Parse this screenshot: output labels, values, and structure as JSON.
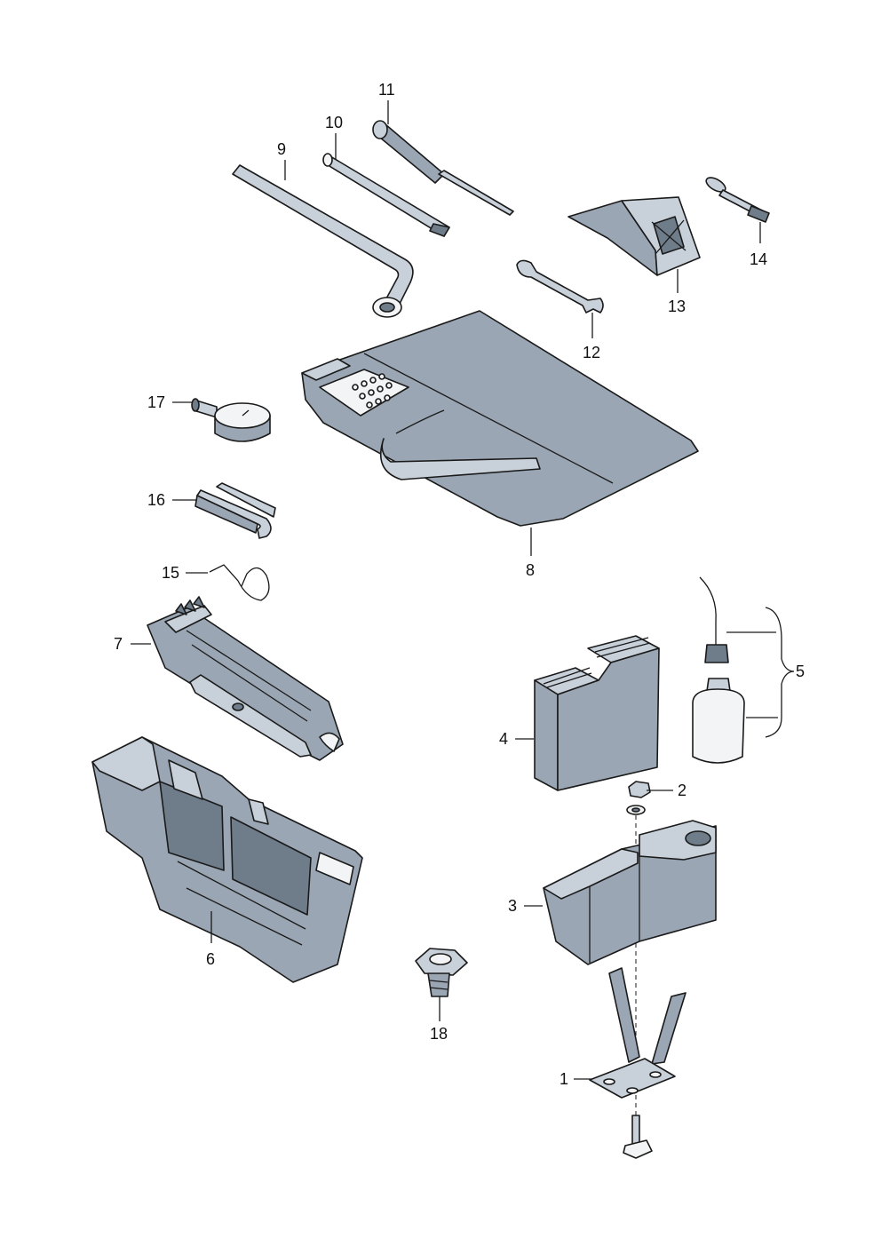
{
  "callouts": {
    "n1": "1",
    "n2": "2",
    "n3": "3",
    "n4": "4",
    "n5": "5",
    "n6": "6",
    "n7": "7",
    "n8": "8",
    "n9": "9",
    "n10": "10",
    "n11": "11",
    "n12": "12",
    "n13": "13",
    "n14": "14",
    "n15": "15",
    "n16": "16",
    "n17": "17",
    "n18": "18"
  },
  "colors": {
    "part_fill": "#9aa6b3",
    "part_light": "#c8d0d9",
    "part_dark": "#6f7c8a",
    "outline": "#1a1a1a",
    "background": "#ffffff"
  }
}
